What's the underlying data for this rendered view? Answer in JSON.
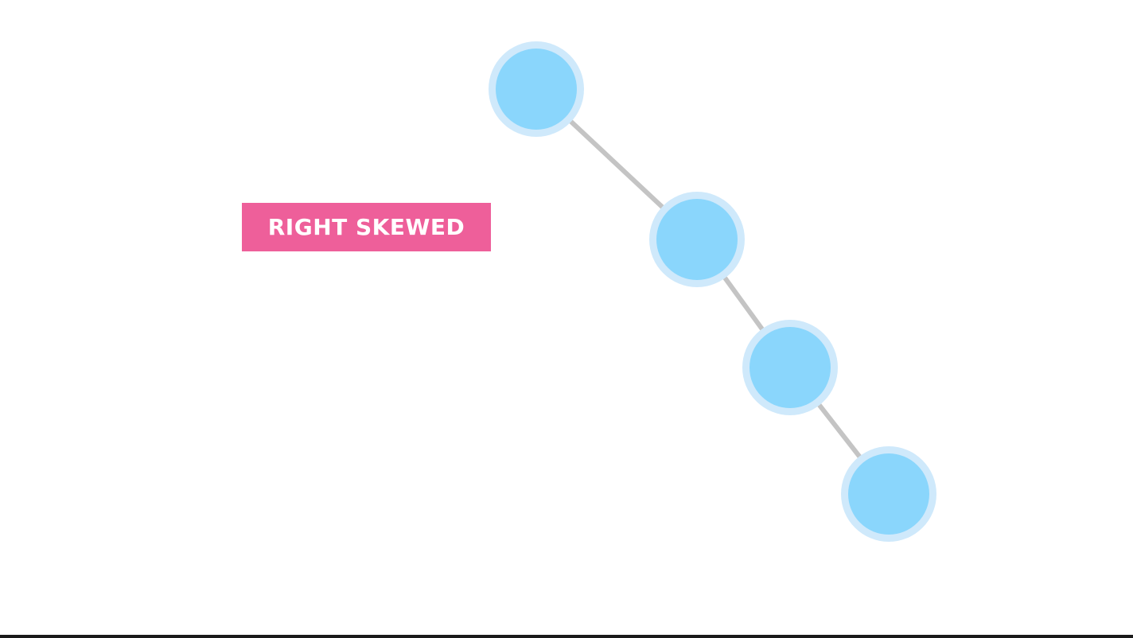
{
  "diagram": {
    "label": "RIGHT SKEWED",
    "nodes": [
      "n1",
      "n2",
      "n3",
      "n4"
    ],
    "edges": [
      [
        "n1",
        "n2"
      ],
      [
        "n2",
        "n3"
      ],
      [
        "n3",
        "n4"
      ]
    ]
  },
  "colors": {
    "node_fill": "#8ad6fc",
    "node_ring": "#cfe9fb",
    "edge": "#c4c4c4",
    "label_bg": "#ee5f9a",
    "label_text": "#ffffff"
  }
}
